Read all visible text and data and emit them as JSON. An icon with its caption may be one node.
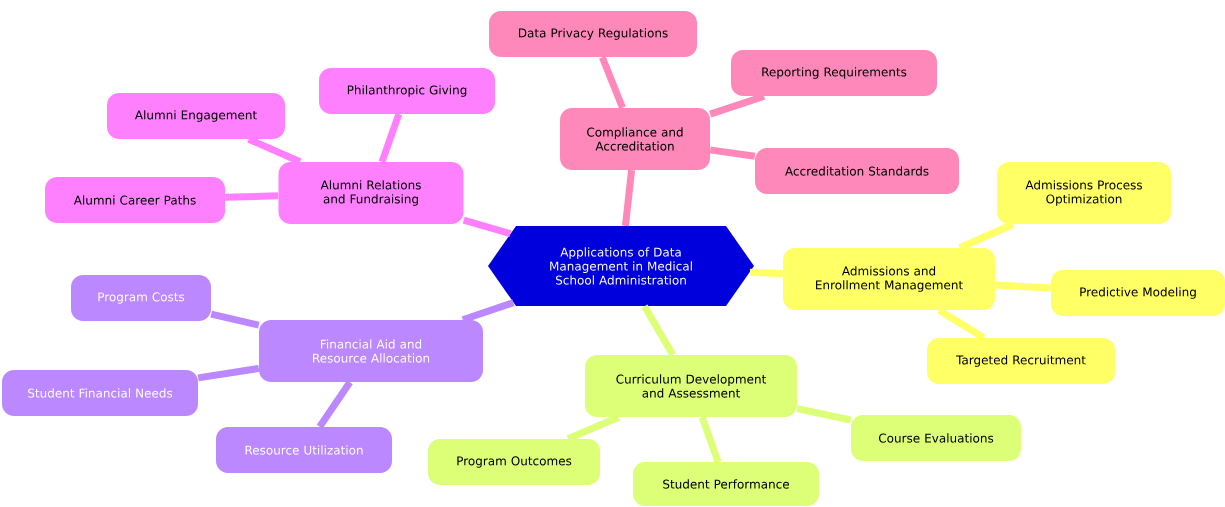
{
  "diagram": {
    "nodes": [
      {
        "text": [
          "Applications of Data Management in Medical School Administration"
        ]
      },
      {
        "text": [
          "Alumni Relations and Fundraising"
        ]
      },
      {
        "text": [
          "Philanthropic Giving"
        ]
      },
      {
        "text": [
          "Alumni Engagement"
        ]
      },
      {
        "text": [
          "Alumni Career Paths"
        ]
      },
      {
        "text": [
          "Compliance and Accreditation"
        ]
      },
      {
        "text": [
          "Data Privacy Regulations"
        ]
      },
      {
        "text": [
          "Reporting Requirements"
        ]
      },
      {
        "text": [
          "Accreditation Standards"
        ]
      },
      {
        "text": [
          "Admissions and Enrollment Management"
        ]
      },
      {
        "text": [
          "Admissions Process Optimization"
        ]
      },
      {
        "text": [
          "Predictive Modeling"
        ]
      },
      {
        "text": [
          "Targeted Recruitment"
        ]
      },
      {
        "text": [
          "Curriculum Development and Assessment"
        ]
      },
      {
        "text": [
          "Course Evaluations"
        ]
      },
      {
        "text": [
          "Student Performance"
        ]
      },
      {
        "text": [
          "Program Outcomes"
        ]
      },
      {
        "text": [
          "Financial Aid and Resource Allocation"
        ]
      },
      {
        "text": [
          "Program Costs"
        ]
      },
      {
        "text": [
          "Student Financial Needs"
        ]
      },
      {
        "text": [
          "Resource Utilization"
        ]
      }
    ],
    "edges": [
      {
        "from": 0,
        "to": 1,
        "arrow": "none",
        "color": "#ff80ff"
      },
      {
        "from": 1,
        "to": 2,
        "arrow": "none",
        "color": "#ff80ff"
      },
      {
        "from": 1,
        "to": 3,
        "arrow": "none",
        "color": "#ff80ff"
      },
      {
        "from": 1,
        "to": 4,
        "arrow": "none",
        "color": "#ff80ff"
      },
      {
        "from": 0,
        "to": 5,
        "arrow": "none",
        "color": "#ff88bb"
      },
      {
        "from": 5,
        "to": 6,
        "arrow": "none",
        "color": "#ff88bb"
      },
      {
        "from": 5,
        "to": 7,
        "arrow": "none",
        "color": "#ff88bb"
      },
      {
        "from": 5,
        "to": 8,
        "arrow": "none",
        "color": "#ff88bb"
      },
      {
        "from": 0,
        "to": 9,
        "arrow": "none",
        "color": "#ffff66"
      },
      {
        "from": 9,
        "to": 10,
        "arrow": "none",
        "color": "#ffff66"
      },
      {
        "from": 9,
        "to": 11,
        "arrow": "none",
        "color": "#ffff66"
      },
      {
        "from": 9,
        "to": 12,
        "arrow": "none",
        "color": "#ffff66"
      },
      {
        "from": 0,
        "to": 13,
        "arrow": "none",
        "color": "#ddff77"
      },
      {
        "from": 13,
        "to": 14,
        "arrow": "none",
        "color": "#ddff77"
      },
      {
        "from": 13,
        "to": 15,
        "arrow": "none",
        "color": "#ddff77"
      },
      {
        "from": 13,
        "to": 16,
        "arrow": "none",
        "color": "#ddff77"
      },
      {
        "from": 0,
        "to": 17,
        "arrow": "none",
        "color": "#bb88ff"
      },
      {
        "from": 17,
        "to": 18,
        "arrow": "none",
        "color": "#bb88ff"
      },
      {
        "from": 17,
        "to": 19,
        "arrow": "none",
        "color": "#bb88ff"
      },
      {
        "from": 17,
        "to": 20,
        "arrow": "none",
        "color": "#bb88ff"
      }
    ]
  }
}
